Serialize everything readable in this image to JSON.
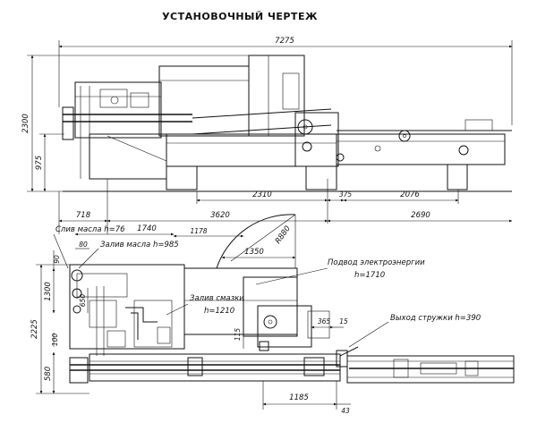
{
  "title": "УСТАНОВОЧНЫЙ ЧЕРТЕЖ",
  "dimensions": {
    "d7275": "7275",
    "d2300": "2300",
    "d975": "975",
    "d2310": "2310",
    "d375": "375",
    "d2076": "2076",
    "d718": "718",
    "d3620": "3620",
    "d2690": "2690",
    "d1740": "1740",
    "d80": "80",
    "d1178": "1178",
    "d1350": "1350",
    "r880": "R880",
    "d90": "90",
    "d1300": "1300",
    "d650": "650",
    "d2225": "2225",
    "d100": "100",
    "d580": "580",
    "d115": "115",
    "d365": "365",
    "d15": "15",
    "d1185": "1185",
    "d43": "43"
  },
  "labels": {
    "oil_drain": "Слив масла h=76",
    "oil_fill": "Залив масла h=985",
    "power_supply_1": "Подвод электроэнергии",
    "power_supply_2": "h=1710",
    "grease_fill_1": "Залив смазки",
    "grease_fill_2": "h=1210",
    "chip_outlet": "Выход стружки h=390"
  }
}
